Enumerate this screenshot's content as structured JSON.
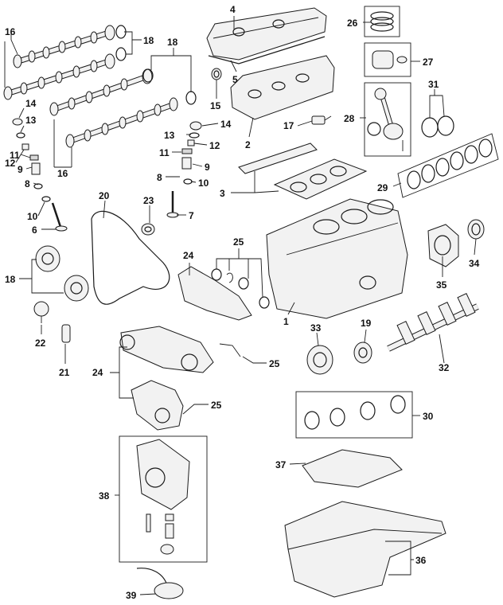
{
  "callouts": [
    {
      "id": "c1",
      "text": "1"
    },
    {
      "id": "c2",
      "text": "2"
    },
    {
      "id": "c3",
      "text": "3"
    },
    {
      "id": "c4",
      "text": "4"
    },
    {
      "id": "c5",
      "text": "5"
    },
    {
      "id": "c6",
      "text": "6"
    },
    {
      "id": "c7",
      "text": "7"
    },
    {
      "id": "c8a",
      "text": "8"
    },
    {
      "id": "c8b",
      "text": "8"
    },
    {
      "id": "c9a",
      "text": "9"
    },
    {
      "id": "c9b",
      "text": "9"
    },
    {
      "id": "c10a",
      "text": "10"
    },
    {
      "id": "c10b",
      "text": "10"
    },
    {
      "id": "c11a",
      "text": "11"
    },
    {
      "id": "c11b",
      "text": "11"
    },
    {
      "id": "c12a",
      "text": "12"
    },
    {
      "id": "c12b",
      "text": "12"
    },
    {
      "id": "c13a",
      "text": "13"
    },
    {
      "id": "c13b",
      "text": "13"
    },
    {
      "id": "c14a",
      "text": "14"
    },
    {
      "id": "c14b",
      "text": "14"
    },
    {
      "id": "c15",
      "text": "15"
    },
    {
      "id": "c16a",
      "text": "16"
    },
    {
      "id": "c16b",
      "text": "16"
    },
    {
      "id": "c17",
      "text": "17"
    },
    {
      "id": "c18a",
      "text": "18"
    },
    {
      "id": "c18b",
      "text": "18"
    },
    {
      "id": "c18c",
      "text": "18"
    },
    {
      "id": "c19",
      "text": "19"
    },
    {
      "id": "c20",
      "text": "20"
    },
    {
      "id": "c21",
      "text": "21"
    },
    {
      "id": "c22",
      "text": "22"
    },
    {
      "id": "c23",
      "text": "23"
    },
    {
      "id": "c24a",
      "text": "24"
    },
    {
      "id": "c24b",
      "text": "24"
    },
    {
      "id": "c25a",
      "text": "25"
    },
    {
      "id": "c25b",
      "text": "25"
    },
    {
      "id": "c25c",
      "text": "25"
    },
    {
      "id": "c26",
      "text": "26"
    },
    {
      "id": "c27",
      "text": "27"
    },
    {
      "id": "c28",
      "text": "28"
    },
    {
      "id": "c29",
      "text": "29"
    },
    {
      "id": "c30",
      "text": "30"
    },
    {
      "id": "c31",
      "text": "31"
    },
    {
      "id": "c32",
      "text": "32"
    },
    {
      "id": "c33",
      "text": "33"
    },
    {
      "id": "c34",
      "text": "34"
    },
    {
      "id": "c35",
      "text": "35"
    },
    {
      "id": "c36",
      "text": "36"
    },
    {
      "id": "c37",
      "text": "37"
    },
    {
      "id": "c38",
      "text": "38"
    },
    {
      "id": "c39",
      "text": "39"
    }
  ]
}
